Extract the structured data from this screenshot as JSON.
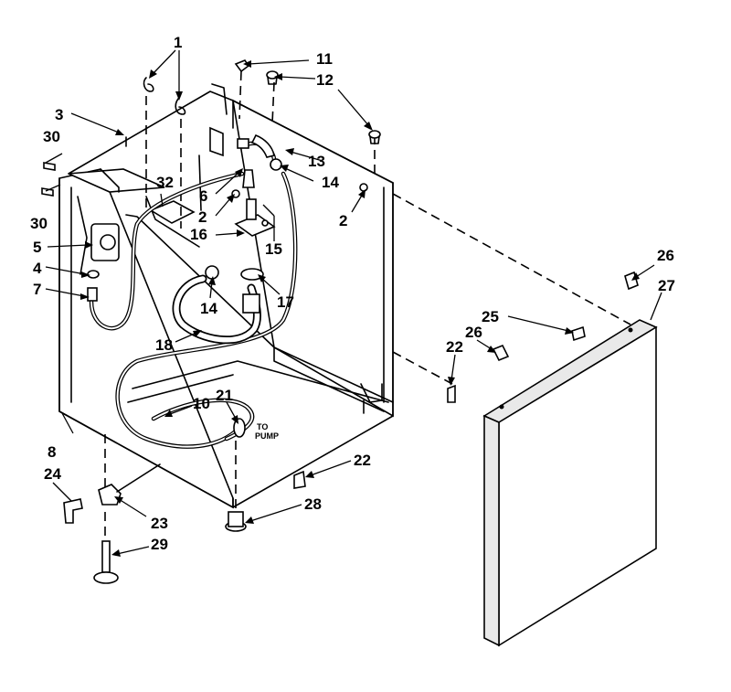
{
  "diagram": {
    "callouts": [
      "1",
      "2",
      "2",
      "3",
      "4",
      "5",
      "6",
      "7",
      "8",
      "10",
      "11",
      "12",
      "13",
      "14",
      "14",
      "15",
      "16",
      "17",
      "18",
      "21",
      "22",
      "22",
      "23",
      "24",
      "25",
      "26",
      "26",
      "27",
      "28",
      "29",
      "30",
      "30",
      "32"
    ],
    "annotation": {
      "line1": "TO",
      "line2": "PUMP"
    }
  }
}
